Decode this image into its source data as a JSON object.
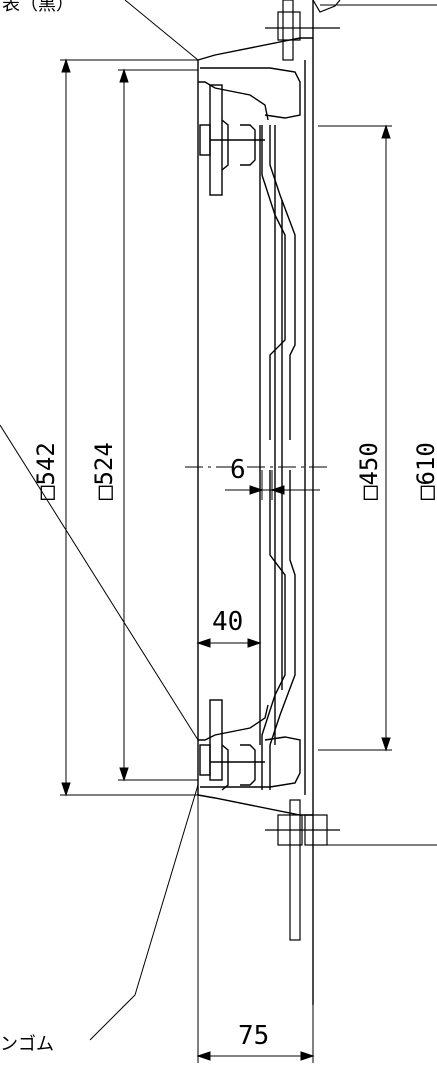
{
  "drawing": {
    "labels": {
      "top_left_note": "表（黒）",
      "bottom_note": "ンゴム"
    },
    "dimensions": {
      "d542": "□542",
      "d524": "□524",
      "d450": "□450",
      "d610": "□610",
      "d6": "6",
      "d40": "40",
      "d75": "75"
    }
  }
}
